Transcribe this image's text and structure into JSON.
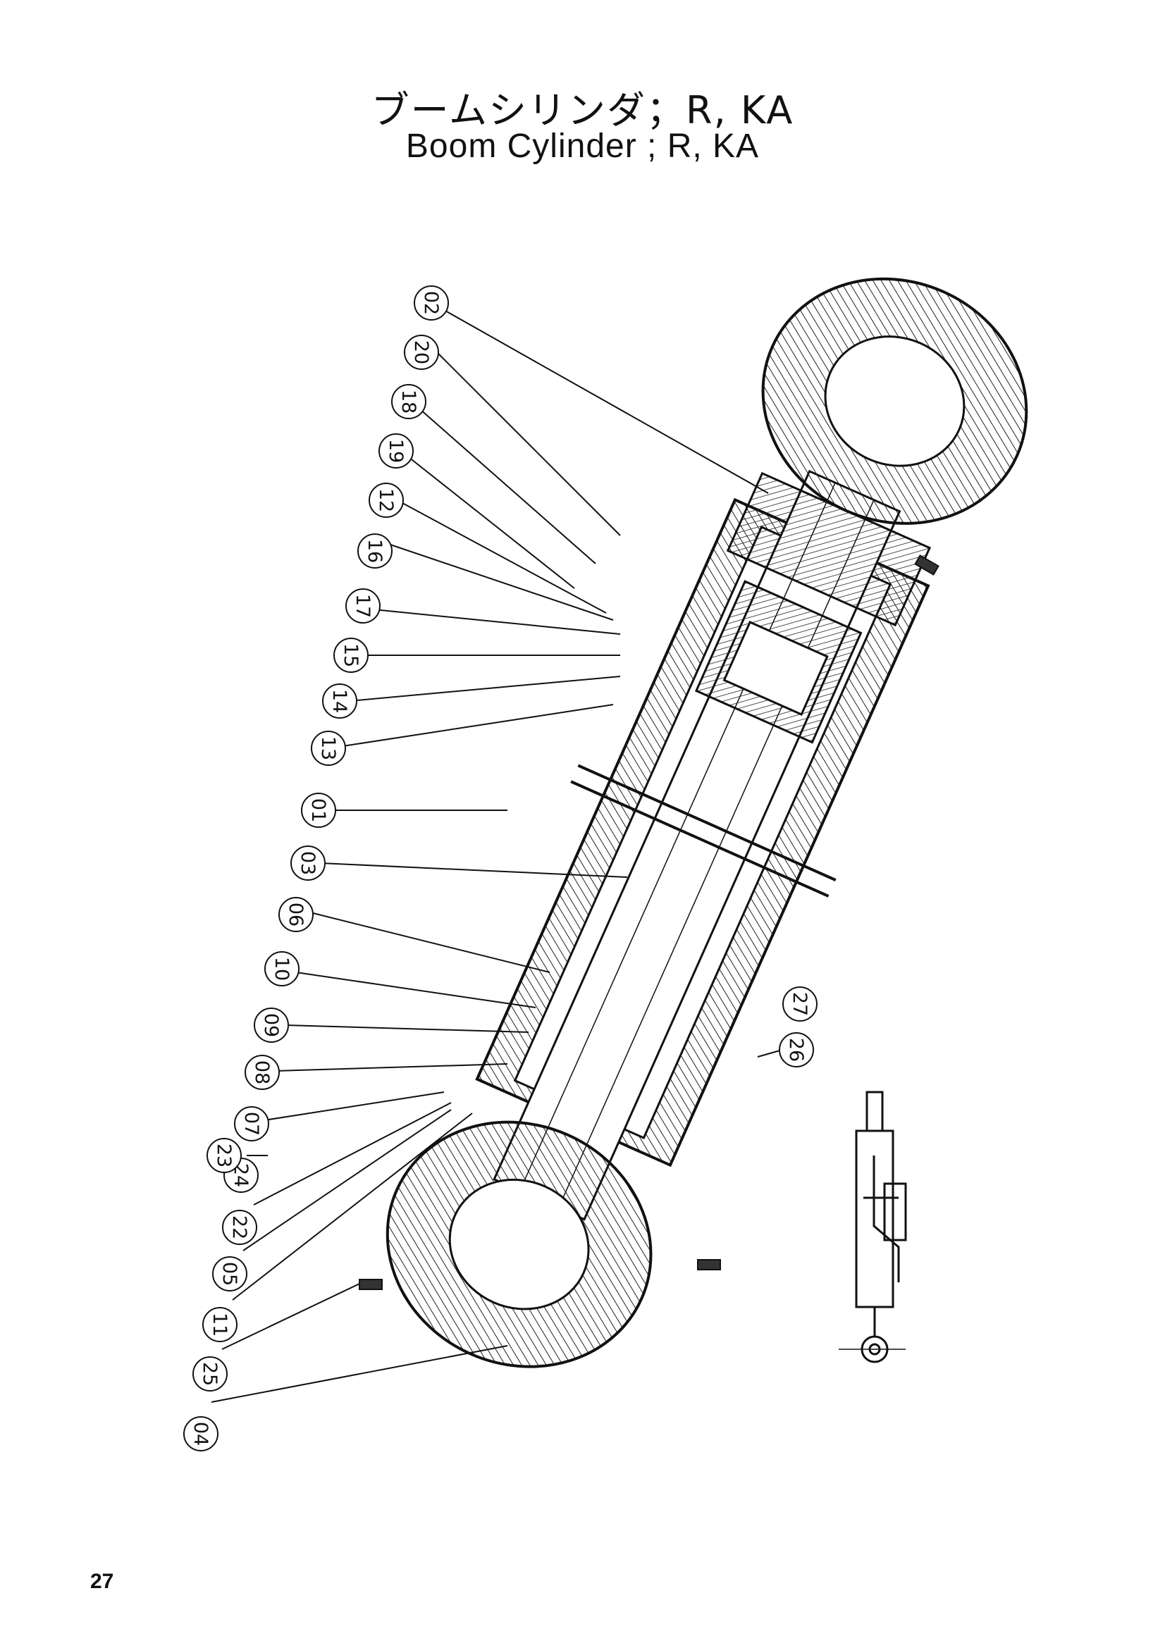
{
  "title_jp": "ブームシリンダ；R, KA",
  "title_en": "Boom Cylinder ; R, KA",
  "page_number": "27",
  "callouts": [
    "02",
    "20",
    "18",
    "19",
    "12",
    "16",
    "17",
    "15",
    "14",
    "13",
    "01",
    "03",
    "06",
    "10",
    "09",
    "08",
    "07",
    "24",
    "23",
    "22",
    "05",
    "11",
    "25",
    "04",
    "26",
    "27"
  ]
}
